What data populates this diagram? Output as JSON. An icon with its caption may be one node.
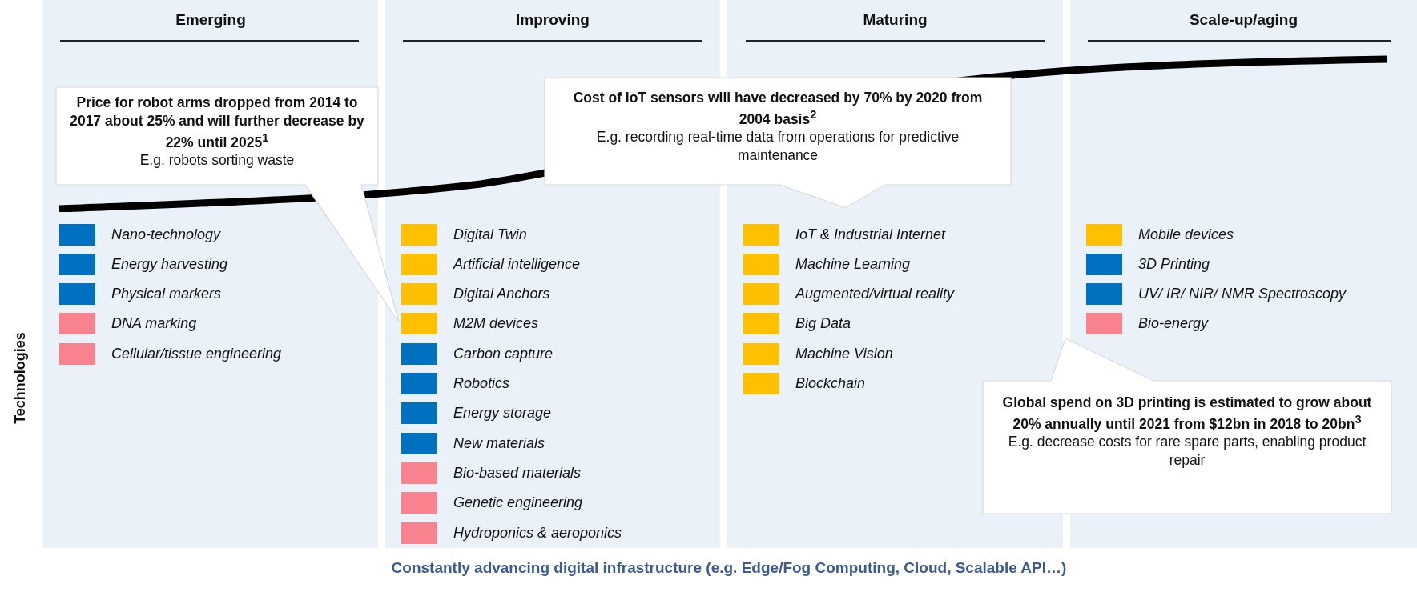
{
  "diagram": {
    "nodes": [
      {
        "text": [
          "Emerging"
        ]
      },
      {
        "text": [
          "Nano-technology"
        ],
        "in": 0
      },
      {
        "text": [
          "Energy harvesting"
        ],
        "in": 0
      },
      {
        "text": [
          "Physical markers"
        ],
        "in": 0
      },
      {
        "text": [
          "DNA marking"
        ],
        "in": 0
      },
      {
        "text": [
          "Cellular/tissue engineering"
        ],
        "in": 0
      },
      {
        "text": [
          "Improving"
        ]
      },
      {
        "text": [
          "Digital Twin"
        ],
        "in": 6
      },
      {
        "text": [
          "Artificial intelligence"
        ],
        "in": 6
      },
      {
        "text": [
          "Digital Anchors"
        ],
        "in": 6
      },
      {
        "text": [
          "M2M devices"
        ],
        "in": 6
      },
      {
        "text": [
          "Carbon capture"
        ],
        "in": 6
      },
      {
        "text": [
          "Robotics"
        ],
        "in": 6
      },
      {
        "text": [
          "Energy storage"
        ],
        "in": 6
      },
      {
        "text": [
          "New materials"
        ],
        "in": 6
      },
      {
        "text": [
          "Bio-based materials"
        ],
        "in": 6
      },
      {
        "text": [
          "Genetic engineering"
        ],
        "in": 6
      },
      {
        "text": [
          "Hydroponics & aeroponics"
        ],
        "in": 6
      },
      {
        "text": [
          "Maturing"
        ]
      },
      {
        "text": [
          "IoT & Industrial Internet"
        ],
        "in": 18
      },
      {
        "text": [
          "Machine Learning"
        ],
        "in": 18
      },
      {
        "text": [
          "Augmented/virtual reality"
        ],
        "in": 18
      },
      {
        "text": [
          "Big Data"
        ],
        "in": 18
      },
      {
        "text": [
          "Machine Vision"
        ],
        "in": 18
      },
      {
        "text": [
          "Blockchain"
        ],
        "in": 18
      },
      {
        "text": [
          "Scale-up/aging"
        ]
      },
      {
        "text": [
          "Mobile devices"
        ],
        "in": 25
      },
      {
        "text": [
          "3D Printing"
        ],
        "in": 25
      },
      {
        "text": [
          "UV/ IR/ NIR/ NMR Spectroscopy"
        ],
        "in": 25
      },
      {
        "text": [
          "Bio-energy"
        ],
        "in": 25
      },
      {
        "text": [
          "Price for robot arms dropped from 2014 to 2017 about 25% and will further decrease by 22% until 2025$^{1}$",
          "E.g. robots sorting waste"
        ]
      },
      {
        "text": [
          "Cost of IoT sensors will have decreased by 70% by 2020 from 2004 basis$^{2}$",
          "E.g. recording real-time data from operations for predictive maintenance"
        ]
      },
      {
        "text": [
          "Global spend on 3D printing is estimated to grow about 20% annually until 2021 from $12bn in 2018 to 20bn$^{3}$",
          "E.g. decrease costs for rare spare parts, enabling product repair"
        ]
      },
      {
        "text": [
          "Constantly advancing digital infrastructure (e.g. Edge/Fog Computing, Cloud, Scalable API…)"
        ]
      }
    ],
    "labels": [
      "Technologies"
    ]
  }
}
